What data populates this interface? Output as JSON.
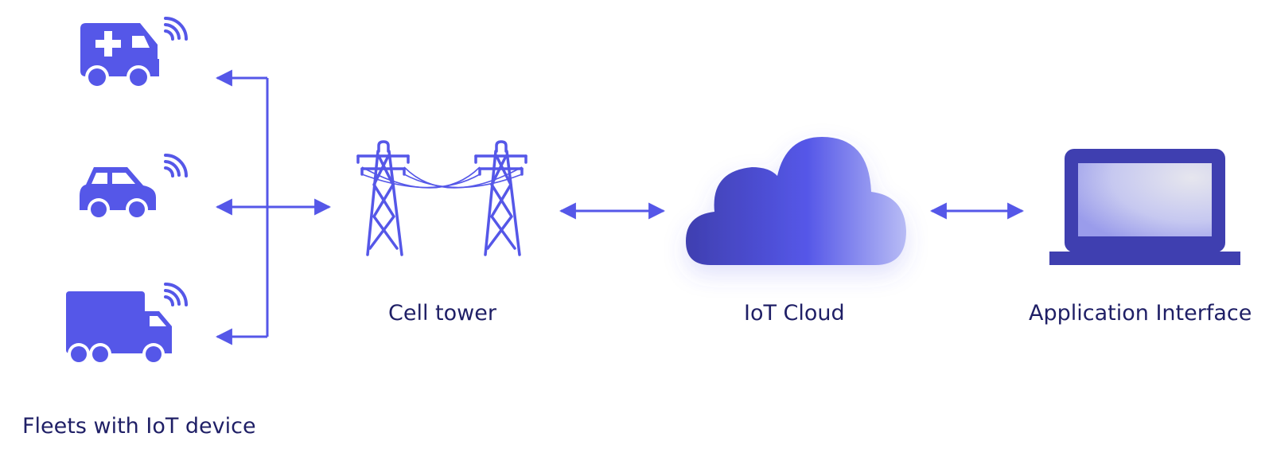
{
  "colors": {
    "accent": "#5557e8",
    "accent_dark": "#3f3fb0",
    "text": "#1f1f66",
    "cloud_light": "#b8bcf5",
    "screen_light": "#e6e6ee"
  },
  "labels": {
    "fleets": "Fleets with IoT device",
    "tower": "Cell tower",
    "cloud": "IoT Cloud",
    "app": "Application Interface"
  },
  "icons": {
    "ambulance": "ambulance-icon",
    "car": "car-icon",
    "truck": "truck-icon",
    "wifi": "wifi-signal-icon",
    "tower": "transmission-tower-icon",
    "cloud": "cloud-icon",
    "laptop": "laptop-icon"
  }
}
